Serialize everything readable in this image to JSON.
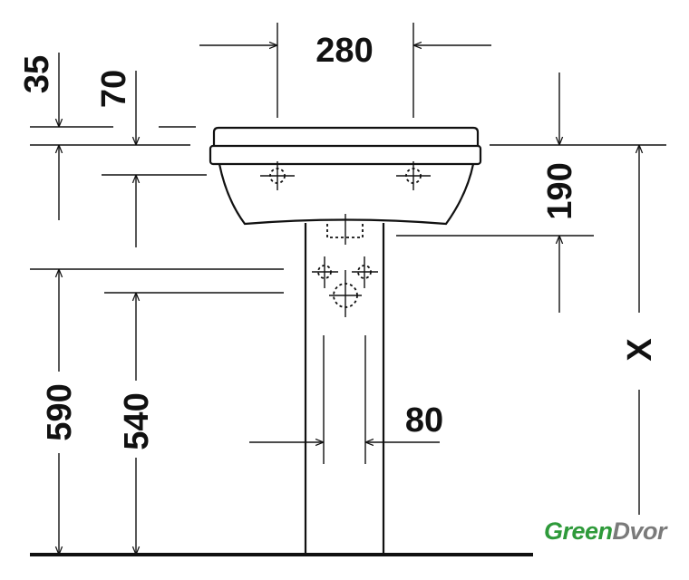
{
  "drawing": {
    "dimensions": {
      "basin_top_offset": "35",
      "overflow_offset": "70",
      "tap_hole_spacing": "280",
      "basin_depth": "190",
      "rim_height": "590",
      "bowl_bottom_height": "540",
      "pedestal_width": "80",
      "variable_height": "X"
    }
  },
  "logo": {
    "part1": "Green",
    "part2": "Dvor",
    "colors": {
      "green": "#2e9a3a",
      "gray": "#7a7a7a"
    }
  }
}
